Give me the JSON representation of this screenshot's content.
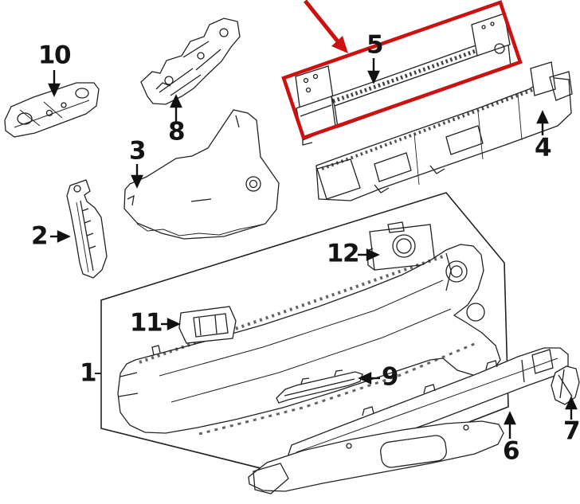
{
  "diagram": {
    "colors": {
      "line": "#222222",
      "label": "#141414",
      "highlight": "#cc1111",
      "background": "#ffffff"
    },
    "callouts": [
      {
        "number": "1",
        "arrow": "tick-right"
      },
      {
        "number": "2",
        "arrow": "right"
      },
      {
        "number": "3",
        "arrow": "down"
      },
      {
        "number": "4",
        "arrow": "up"
      },
      {
        "number": "5",
        "arrow": "down",
        "highlighted": true
      },
      {
        "number": "6",
        "arrow": "up"
      },
      {
        "number": "7",
        "arrow": "up"
      },
      {
        "number": "8",
        "arrow": "up"
      },
      {
        "number": "9",
        "arrow": "left"
      },
      {
        "number": "10",
        "arrow": "down"
      },
      {
        "number": "11",
        "arrow": "right"
      },
      {
        "number": "12",
        "arrow": "right"
      }
    ],
    "highlight": {
      "color": "#cc1111",
      "shape": "rotated-rectangle around part 5",
      "arrow": "from top edge pointing to box"
    }
  }
}
